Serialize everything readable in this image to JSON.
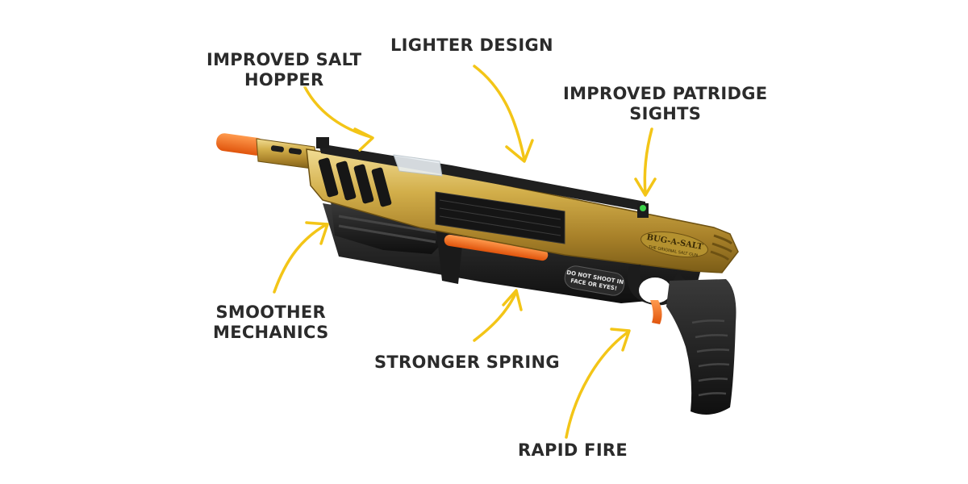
{
  "callouts": {
    "salt_hopper": [
      "IMPROVED SALT",
      "HOPPER"
    ],
    "lighter_design": "LIGHTER DESIGN",
    "patridge_sights": [
      "IMPROVED PATRIDGE",
      "SIGHTS"
    ],
    "smoother_mechanics": [
      "SMOOTHER",
      "MECHANICS"
    ],
    "stronger_spring": "STRONGER SPRING",
    "rapid_fire": "RAPID FIRE"
  },
  "product": {
    "brand_badge": [
      "BUG-A-SALT",
      "THE ORIGINAL SALT GUN"
    ],
    "warning_label": [
      "DO NOT SHOOT IN",
      "FACE OR EYES!"
    ]
  },
  "colors": {
    "gold": "#c9a43e",
    "black": "#1c1c1c",
    "orange": "#f26a1b",
    "arrow_yellow": "#f3c517"
  }
}
